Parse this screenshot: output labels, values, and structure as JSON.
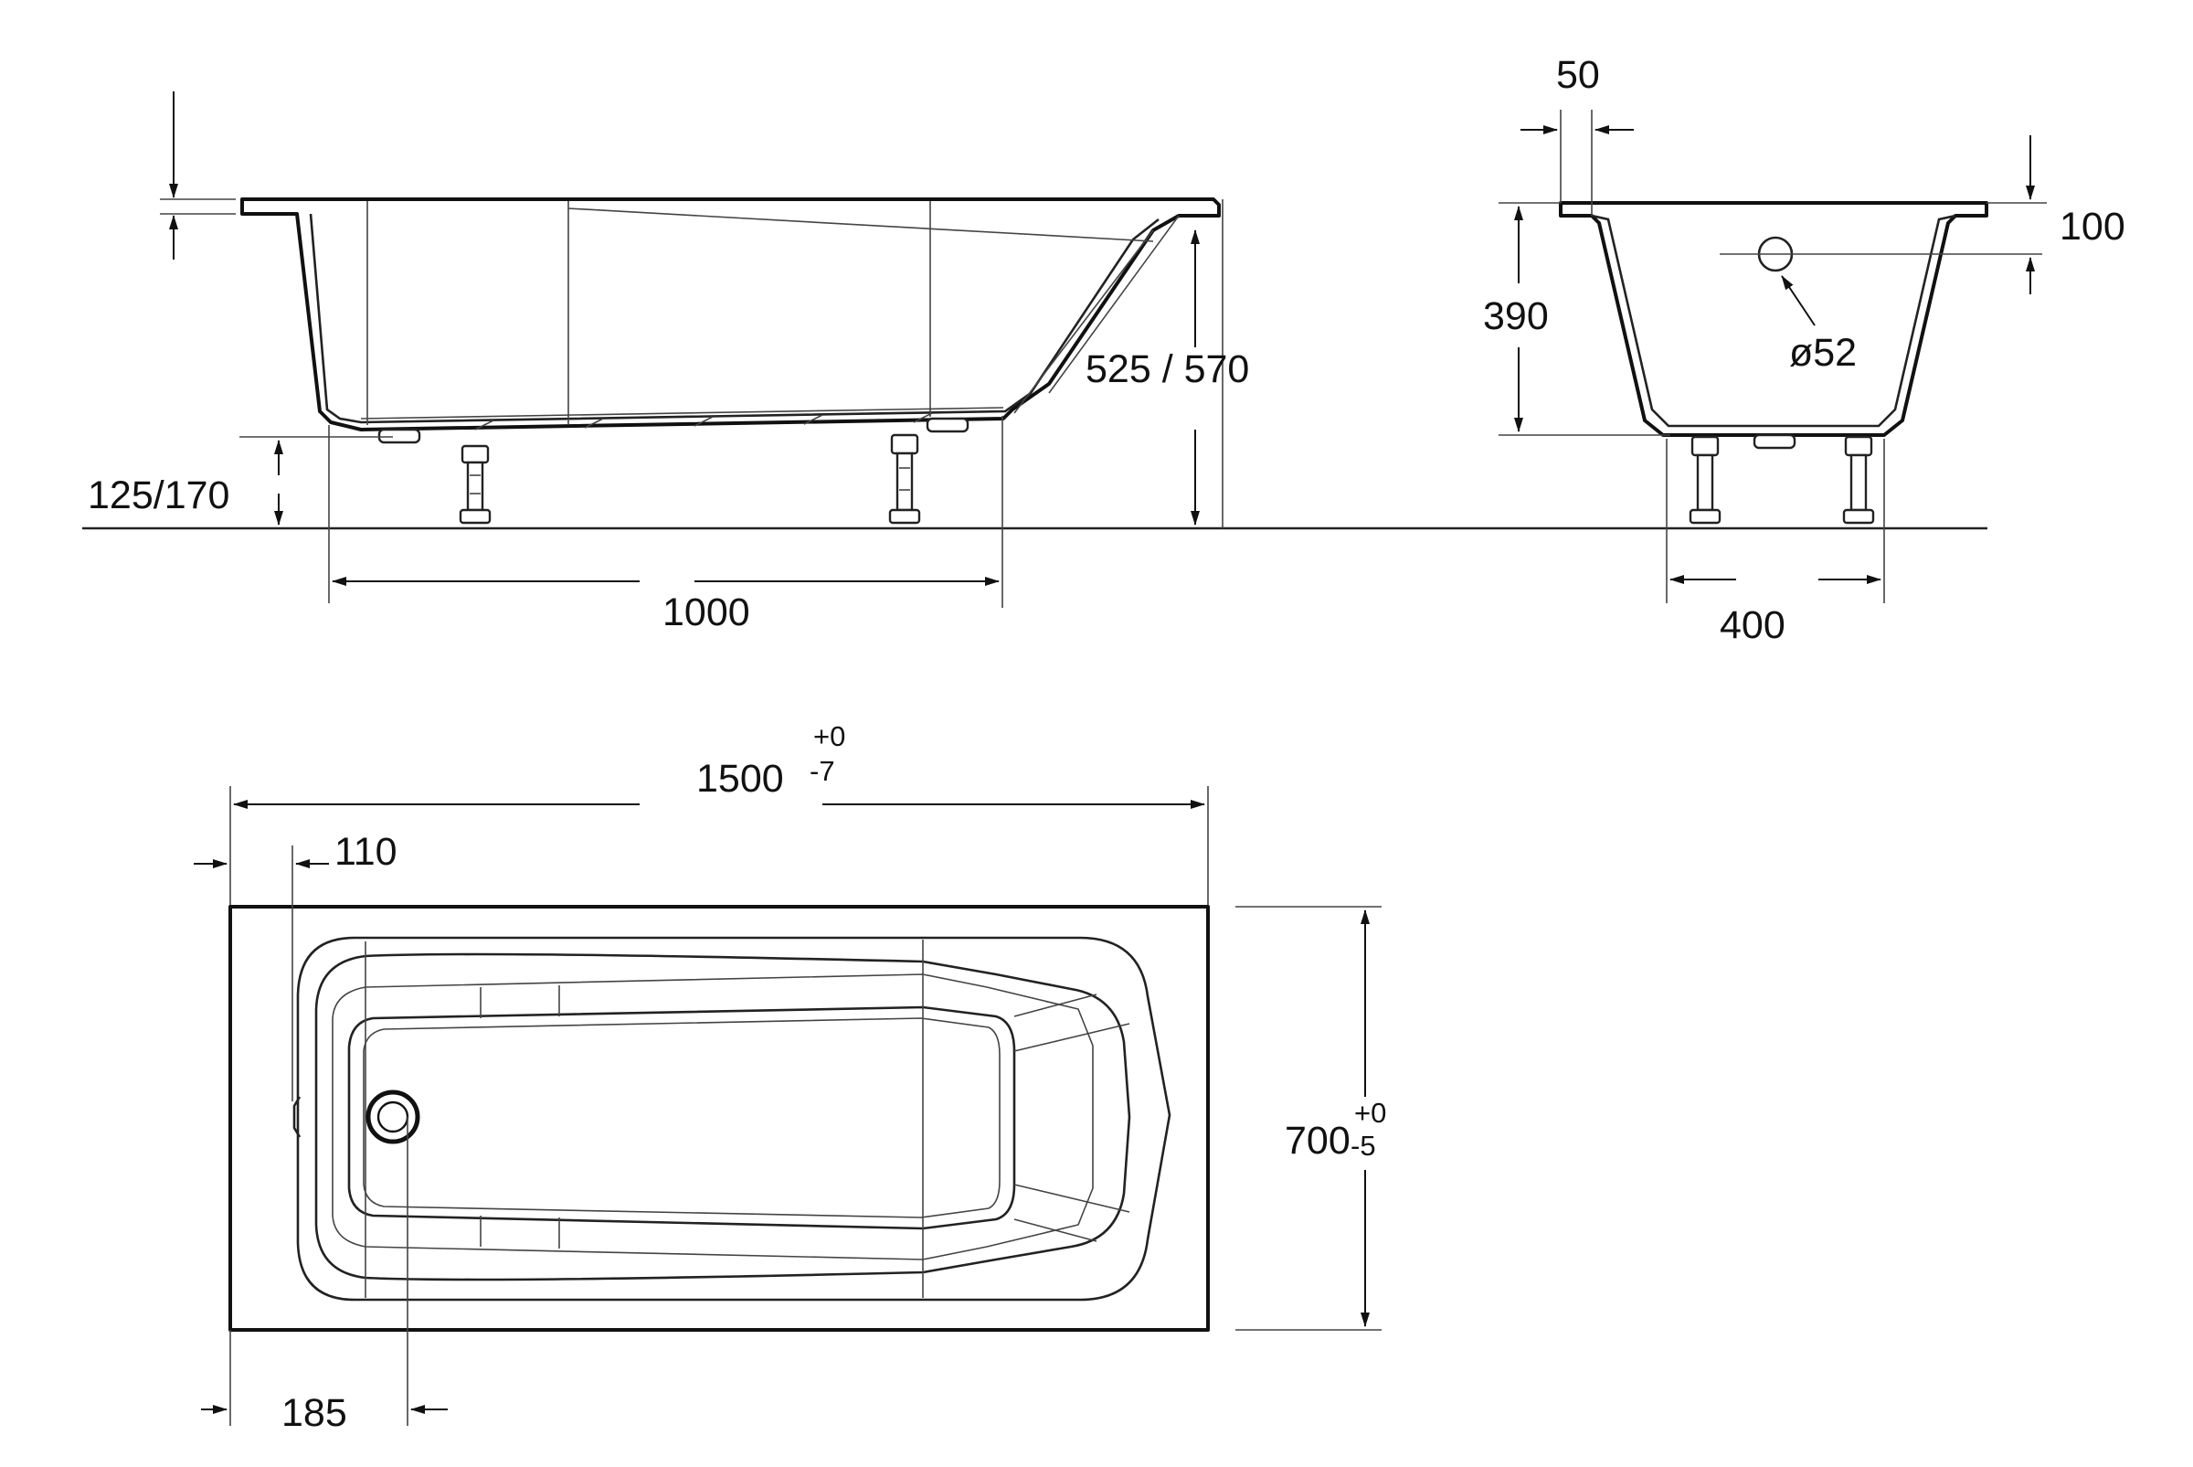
{
  "dimensions": {
    "side_flange_thickness": "",
    "side_height": "525 / 570",
    "side_leg_height": "125/170",
    "side_leg_spacing": "1000",
    "end_rim_width": "50",
    "end_overflow_offset": "100",
    "end_depth": "390",
    "end_overflow_diameter": "ø52",
    "end_leg_spacing": "400",
    "plan_length": "1500",
    "plan_length_tol_plus": "+0",
    "plan_length_tol_minus": "-7",
    "plan_rim_offset": "110",
    "plan_width": "700",
    "plan_width_tol_plus": "+0",
    "plan_width_tol_minus": "-5",
    "plan_drain_offset": "185"
  },
  "colors": {
    "line": "#111111",
    "background": "#ffffff"
  }
}
